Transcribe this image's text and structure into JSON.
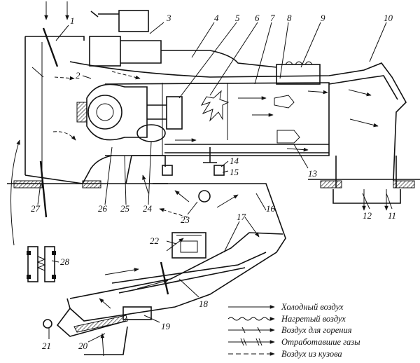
{
  "diagram": {
    "callouts": [
      "1",
      "2",
      "3",
      "4",
      "5",
      "6",
      "7",
      "8",
      "9",
      "10",
      "11",
      "12",
      "13",
      "14",
      "15",
      "16",
      "17",
      "18",
      "19",
      "20",
      "21",
      "22",
      "23",
      "24",
      "25",
      "26",
      "27",
      "28"
    ],
    "legend": [
      {
        "text": "Холодный воздух",
        "style": "cold"
      },
      {
        "text": "Нагретый воздух",
        "style": "warm"
      },
      {
        "text": "Воздух для горения",
        "style": "combustion"
      },
      {
        "text": "Отработавшие газы",
        "style": "exhaust"
      },
      {
        "text": "Воздух из кузова",
        "style": "cabin"
      }
    ]
  }
}
